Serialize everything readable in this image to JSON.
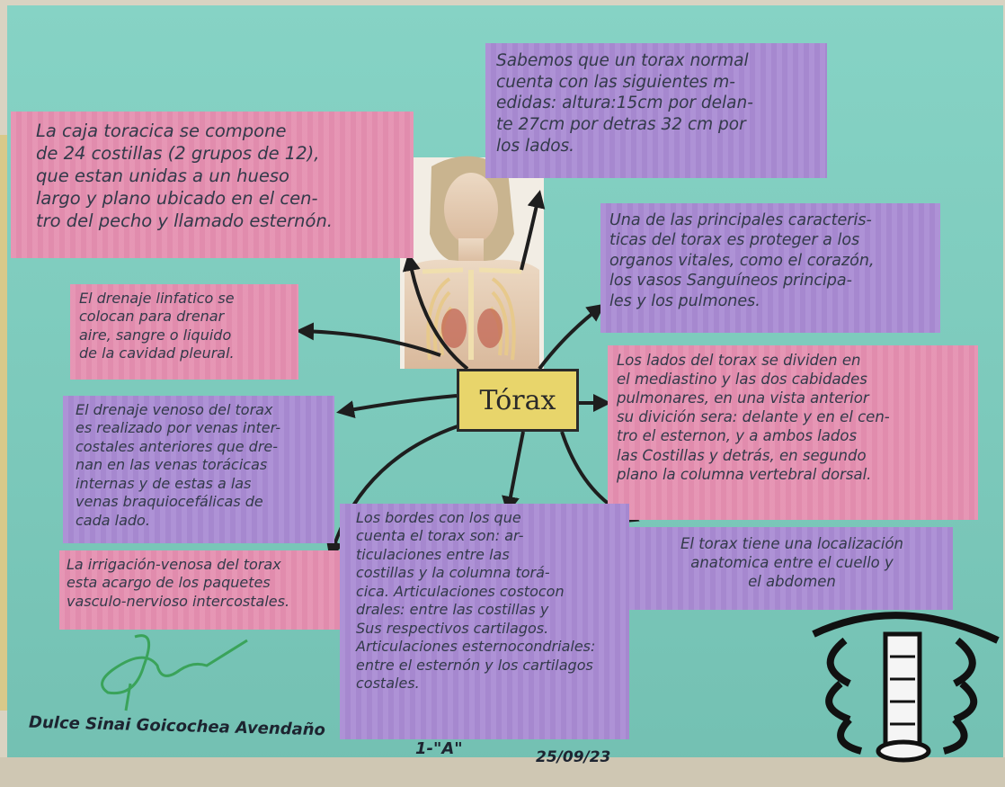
{
  "notes": {
    "caja_toracica": "La caja toracica se compone\nde 24 costillas (2 grupos de 12),\nque estan unidas a un hueso\nlargo y plano ubicado en el cen-\ntro del pecho y llamado esternón.",
    "medidas": "Sabemos que un torax normal\ncuenta con las siguientes m-\nedidas: altura:15cm por delan-\nte 27cm por detras 32 cm por\nlos lados.",
    "caracteristicas": "Una de las principales caracteris-\nticas del torax es proteger a los\norganos vitales, como el corazón,\nlos vasos Sanguíneos principa-\nles y los pulmones.",
    "drenaje_linfatico": "El drenaje linfatico se\ncolocan para drenar\naire, sangre o liquido\nde la cavidad pleural.",
    "drenaje_venoso": "El drenaje venoso del torax\nes realizado por venas inter-\ncostales anteriores que dre-\nnan en las venas torácicas\ninternas y de estas a las\nvenas braquiocefálicas de\ncada lado.",
    "lados": "Los lados del torax se dividen en\nel mediastino y las dos cabidades\npulmonares, en una vista anterior\nsu divición sera: delante y en el cen-\ntro el esternon, y a ambos lados\nlas Costillas y detrás, en segundo\nplano la columna vertebral dorsal.",
    "irrigacion": "La irrigación-venosa del torax\nesta acargo de los paquetes\nvasculo-nervioso intercostales.",
    "bordes": "Los bordes con los que\ncuenta el torax son: ar-\nticulaciones entre las\ncostillas y la columna torá-\ncica. Articulaciones costocon\ndrales: entre las costillas y\nSus respectivos cartilagos.\nArticulaciones esternocondriales:\nentre el esternón y los cartilagos\ncostales.",
    "localizacion": "El torax tiene una localización\nanatomica entre el cuello y\nel abdomen"
  },
  "title": "Tórax",
  "footer": {
    "name": "Dulce Sinai Goicochea Avendaño",
    "group": "1-\"A\"",
    "date": "25/09/23"
  },
  "colors": {
    "poster": "#7fcdbf",
    "pink_note": "#e58fb0",
    "purple_note": "#a98bd3",
    "title_box": "#e8d56b",
    "signature": "#3aa35a"
  }
}
